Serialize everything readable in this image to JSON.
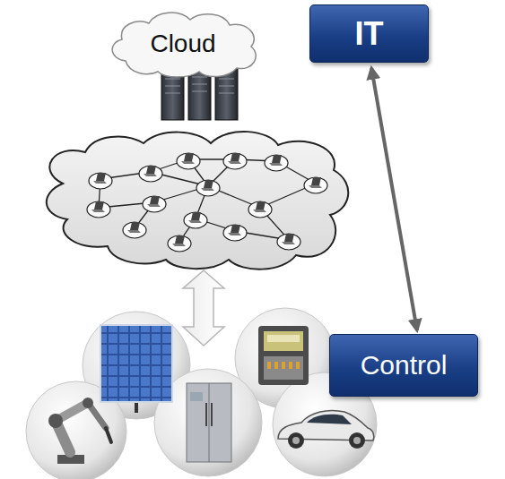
{
  "diagram": {
    "nodes": [
      {
        "text": [
          "Cloud"
        ]
      },
      {
        "text": [
          "IT"
        ]
      },
      {
        "text": [
          "Control"
        ]
      }
    ],
    "edges": [
      {
        "from": 1,
        "to": 2,
        "arrow": "both"
      }
    ]
  }
}
